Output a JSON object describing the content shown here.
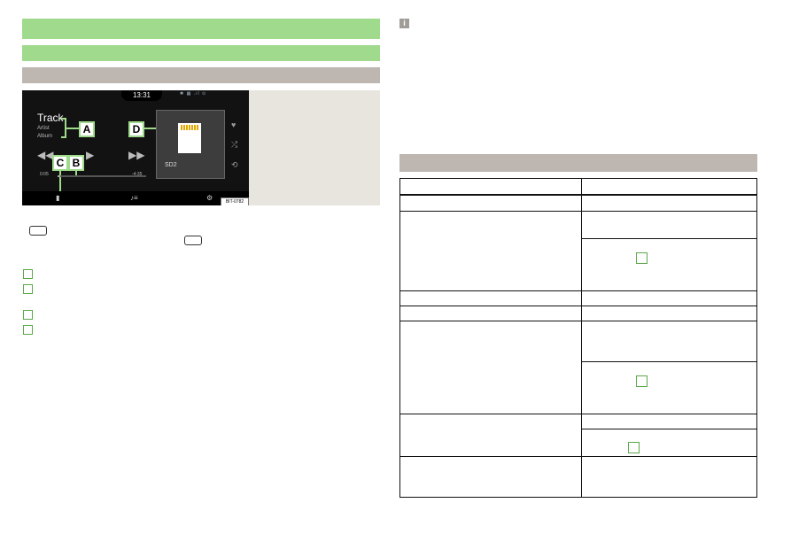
{
  "screen": {
    "clock": "13:31",
    "status_icons": "✱ ▦ .ıl ⊙",
    "track": "Track",
    "artist": "Artist",
    "album": "Album",
    "source": "SD2",
    "elapsed": "0:05",
    "remaining": "-4:35",
    "progress_fraction": 0.03,
    "callouts": [
      "A",
      "B",
      "C",
      "D"
    ],
    "image_code": "BIT-0782",
    "icons": {
      "prev": "skip-back-icon",
      "play": "play-icon",
      "next": "skip-forward-icon",
      "favorite": "heart-icon",
      "shuffle": "shuffle-icon",
      "repeat": "repeat-icon",
      "source": "sd-card-icon",
      "playlist": "playlist-icon",
      "settings": "settings-icon"
    }
  },
  "info_icon": "i",
  "colors": {
    "heading_green": "#a0da8c",
    "heading_taupe": "#beb6b0",
    "caption_bg": "#e8e5de"
  }
}
